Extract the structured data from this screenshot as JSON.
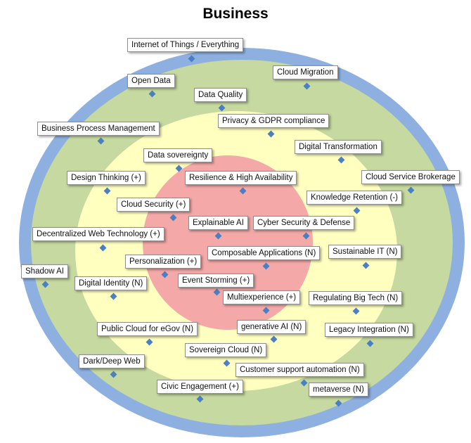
{
  "title": "Business",
  "colors": {
    "outer": "#8db0e0",
    "ring2": "#c6d9a0",
    "ring3": "#ffffc0",
    "core": "#f4a8a8",
    "marker": "#4a7fc1"
  },
  "items": [
    {
      "id": "internet-of-things",
      "label": "Internet of Things /  Everything"
    },
    {
      "id": "cloud-migration",
      "label": "Cloud Migration"
    },
    {
      "id": "open-data",
      "label": "Open Data"
    },
    {
      "id": "data-quality",
      "label": "Data Quality"
    },
    {
      "id": "privacy-gdpr",
      "label": "Privacy & GDPR compliance"
    },
    {
      "id": "business-process-management",
      "label": "Business Process Management"
    },
    {
      "id": "digital-transformation",
      "label": "Digital Transformation"
    },
    {
      "id": "data-sovereignty",
      "label": "Data sovereignty"
    },
    {
      "id": "design-thinking",
      "label": "Design Thinking (+)"
    },
    {
      "id": "resilience",
      "label": "Resilience & High Availability"
    },
    {
      "id": "cloud-service-brokerage",
      "label": "Cloud Service Brokerage"
    },
    {
      "id": "knowledge-retention",
      "label": "Knowledge Retention (-)"
    },
    {
      "id": "cloud-security",
      "label": "Cloud Security (+)"
    },
    {
      "id": "explainable-ai",
      "label": "Explainable AI"
    },
    {
      "id": "cyber-security",
      "label": "Cyber Security & Defense"
    },
    {
      "id": "decentralized-web",
      "label": "Decentralized Web Technology (+)"
    },
    {
      "id": "composable-applications",
      "label": "Composable Applications (N)"
    },
    {
      "id": "sustainable-it",
      "label": "Sustainable IT (N)"
    },
    {
      "id": "personalization",
      "label": "Personalization (+)"
    },
    {
      "id": "shadow-ai",
      "label": "Shadow AI"
    },
    {
      "id": "event-storming",
      "label": "Event Storming (+)"
    },
    {
      "id": "digital-identity",
      "label": "Digital Identity (N)"
    },
    {
      "id": "multiexperience",
      "label": "Multiexperience (+)"
    },
    {
      "id": "regulating-big-tech",
      "label": "Regulating Big Tech (N)"
    },
    {
      "id": "public-cloud-egov",
      "label": "Public Cloud for eGov (N)"
    },
    {
      "id": "generative-ai",
      "label": "generative AI (N)"
    },
    {
      "id": "legacy-integration",
      "label": "Legacy Integration (N)"
    },
    {
      "id": "sovereign-cloud",
      "label": "Sovereign Cloud (N)"
    },
    {
      "id": "dark-deep-web",
      "label": "Dark/Deep Web"
    },
    {
      "id": "customer-support-automation",
      "label": "Customer support automation (N)"
    },
    {
      "id": "civic-engagement",
      "label": "Civic Engagement (+)"
    },
    {
      "id": "metaverse",
      "label": "metaverse (N)"
    }
  ]
}
